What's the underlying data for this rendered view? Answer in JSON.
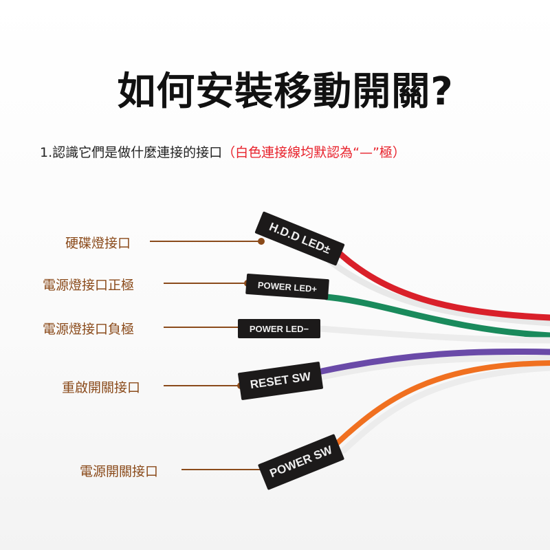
{
  "title": "如何安裝移動開關?",
  "subtitle": {
    "text": "1.認識它們是做什麼連接的接口",
    "note": "（白色連接線均默認為“—”極）"
  },
  "labels": [
    "硬碟燈接口",
    "電源燈接口正極",
    "電源燈接口負極",
    "重啟開關接口",
    "電源開關接口"
  ],
  "plugs": [
    "H.D.D LED±",
    "POWER LED+",
    "POWER LED−",
    "RESET SW",
    "POWER SW"
  ],
  "colors": {
    "leader": "#8a4a1a",
    "red_wire": "#d9202a",
    "green_wire": "#1a8a5c",
    "purple_wire": "#6a4aa8",
    "orange_wire": "#f07020"
  }
}
